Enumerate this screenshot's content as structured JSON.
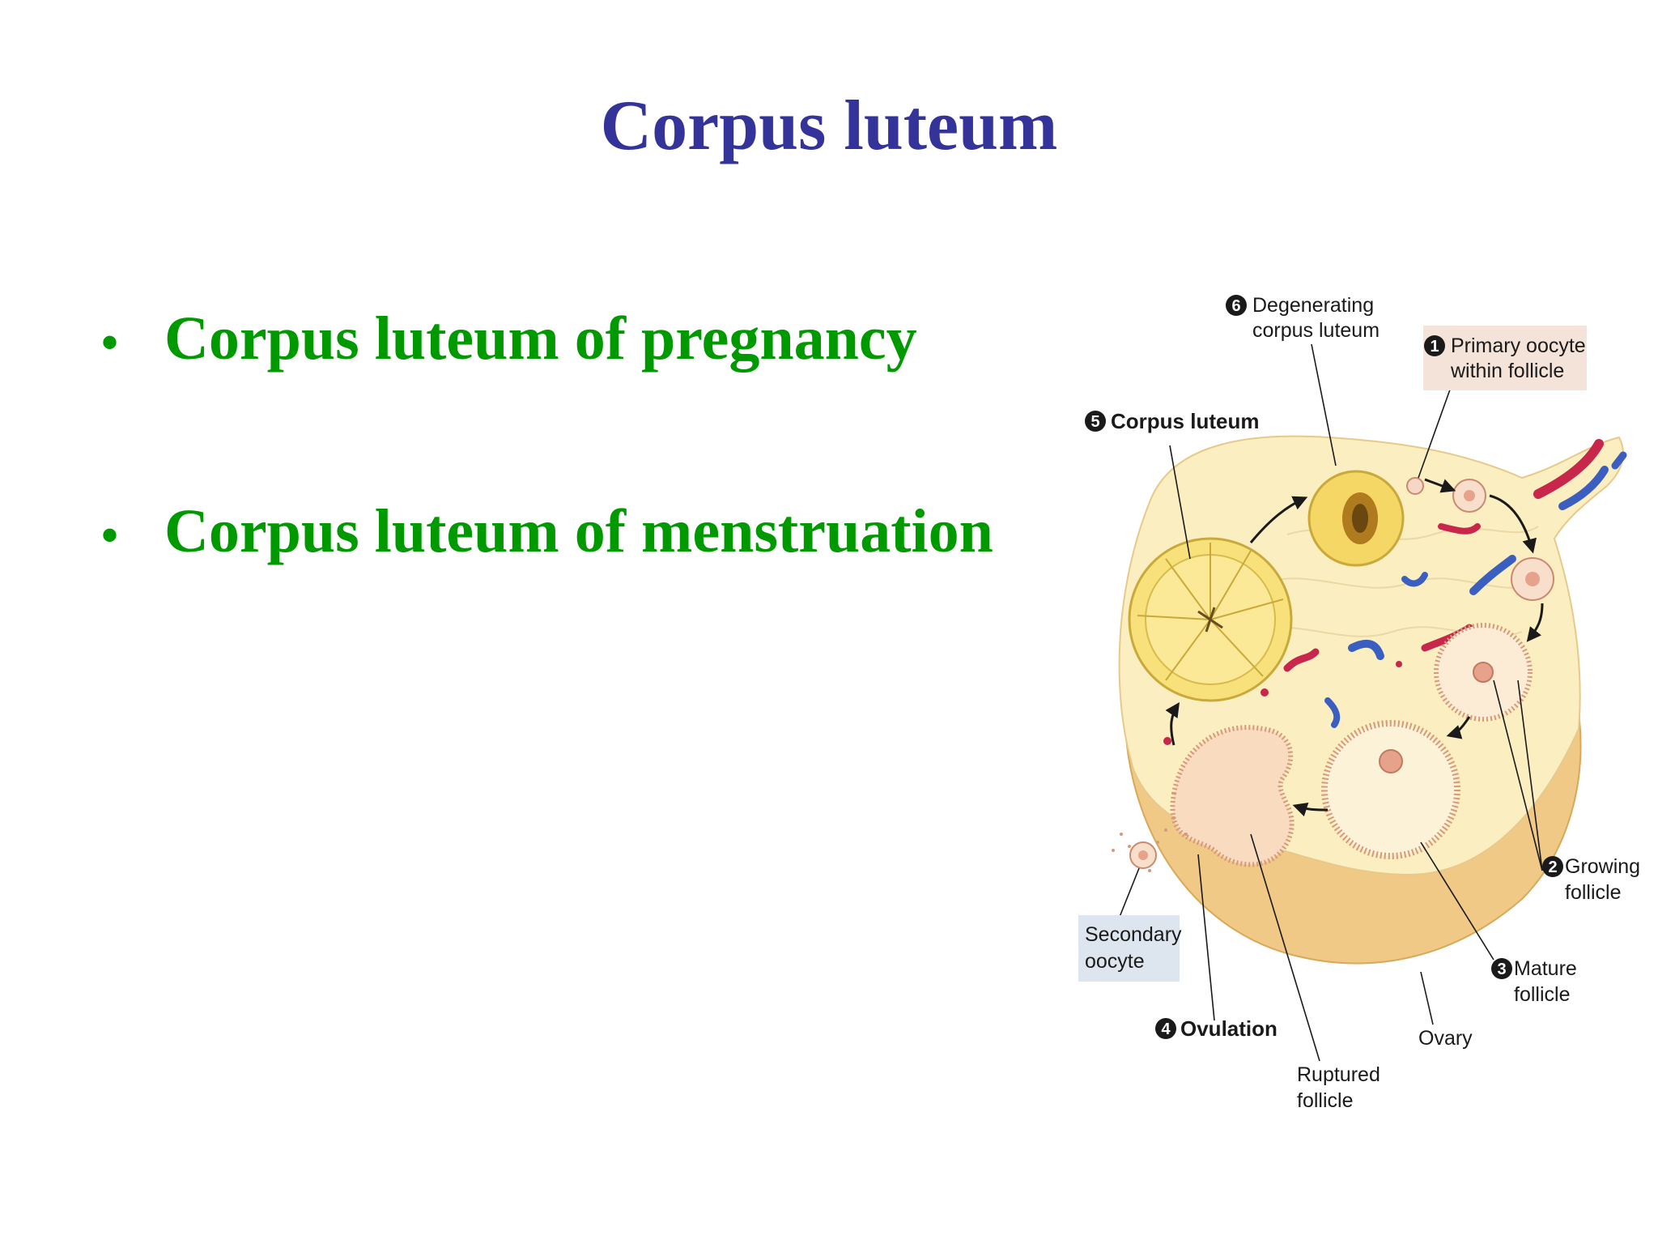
{
  "slide": {
    "title": "Corpus luteum",
    "bullets": [
      "Corpus luteum of pregnancy",
      "Corpus luteum of menstruation"
    ]
  },
  "diagram": {
    "labels": {
      "degenerating": {
        "num": "6",
        "line1": "Degenerating",
        "line2": "corpus luteum"
      },
      "primary": {
        "num": "1",
        "line1": "Primary oocyte",
        "line2": "within follicle"
      },
      "corpus_luteum": {
        "num": "5",
        "line1": "Corpus luteum"
      },
      "growing": {
        "num": "2",
        "line1": "Growing",
        "line2": "follicle"
      },
      "secondary": {
        "line1": "Secondary",
        "line2": "oocyte"
      },
      "mature": {
        "num": "3",
        "line1": "Mature",
        "line2": "follicle"
      },
      "ovulation": {
        "num": "4",
        "line1": "Ovulation"
      },
      "ovary": {
        "line1": "Ovary"
      },
      "ruptured": {
        "line1": "Ruptured",
        "line2": "follicle"
      }
    }
  }
}
